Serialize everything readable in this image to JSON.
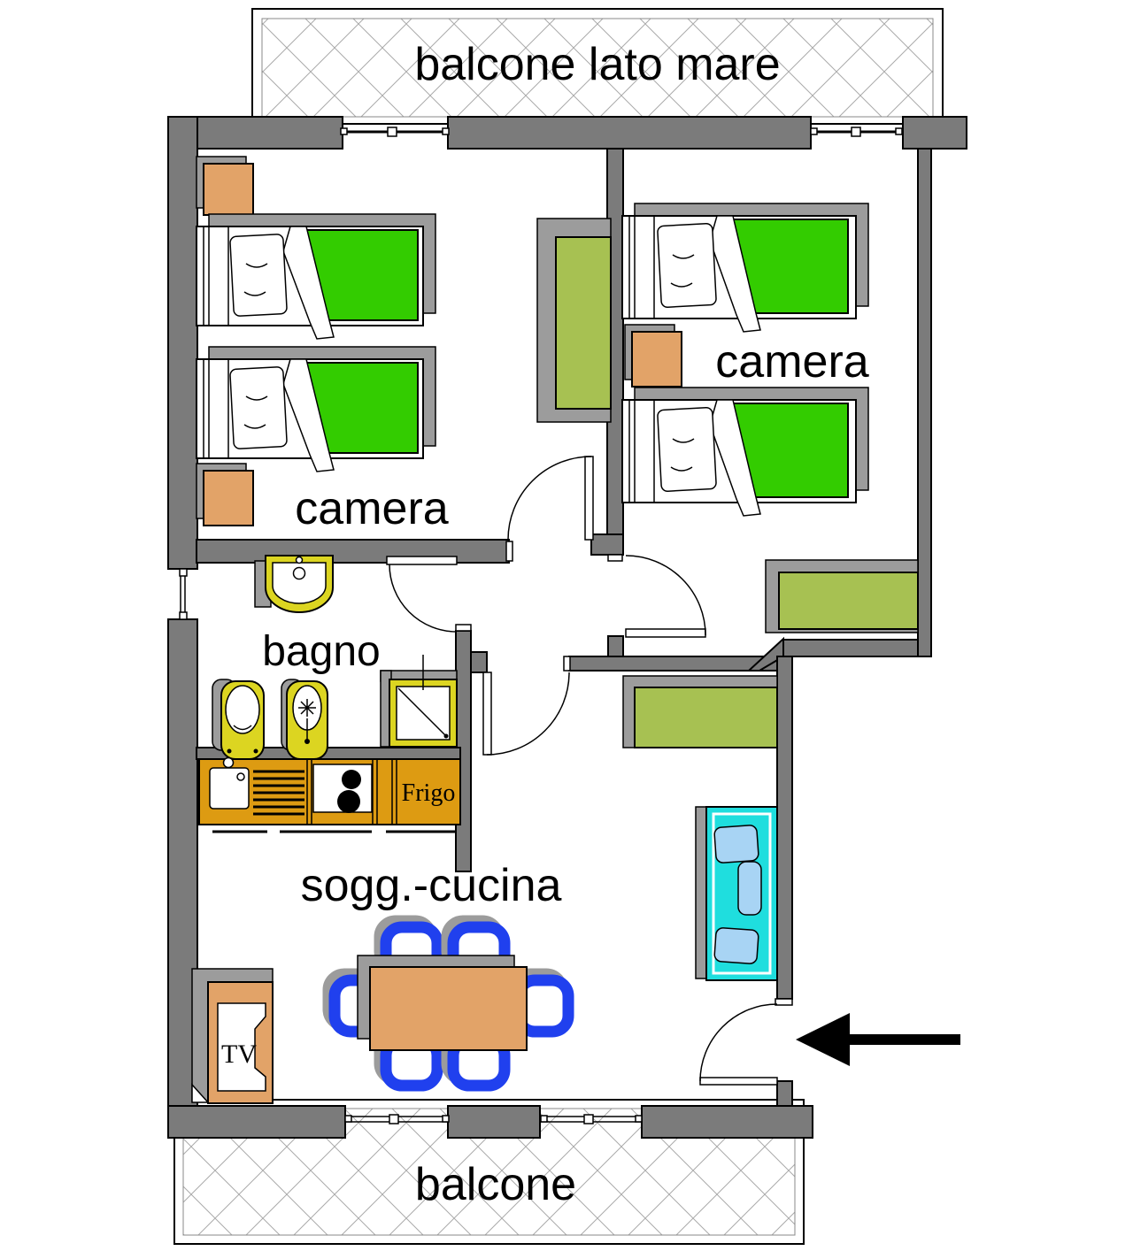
{
  "labels": {
    "balcony_top": "balcone lato mare",
    "bedroom_left": "camera",
    "bedroom_right": "camera",
    "bathroom": "bagno",
    "living_kitchen": "sogg.-cucina",
    "balcony_bottom": "balcone",
    "fridge": "Frigo",
    "tv": "TV"
  },
  "colors": {
    "wall": "#7b7b7b",
    "shadow": "#9c9c9c",
    "bed_green": "#33cc00",
    "furniture_tan": "#e2a368",
    "kitchen_gold": "#dd9b12",
    "wardrobe_olive": "#a7c152",
    "fixture_yellow": "#dcd521",
    "sofa_cyan": "#1fdede",
    "cushion_blue": "#a8d4f4",
    "chair_blue": "#2040ee",
    "hatch_line": "#aaaaaa"
  }
}
